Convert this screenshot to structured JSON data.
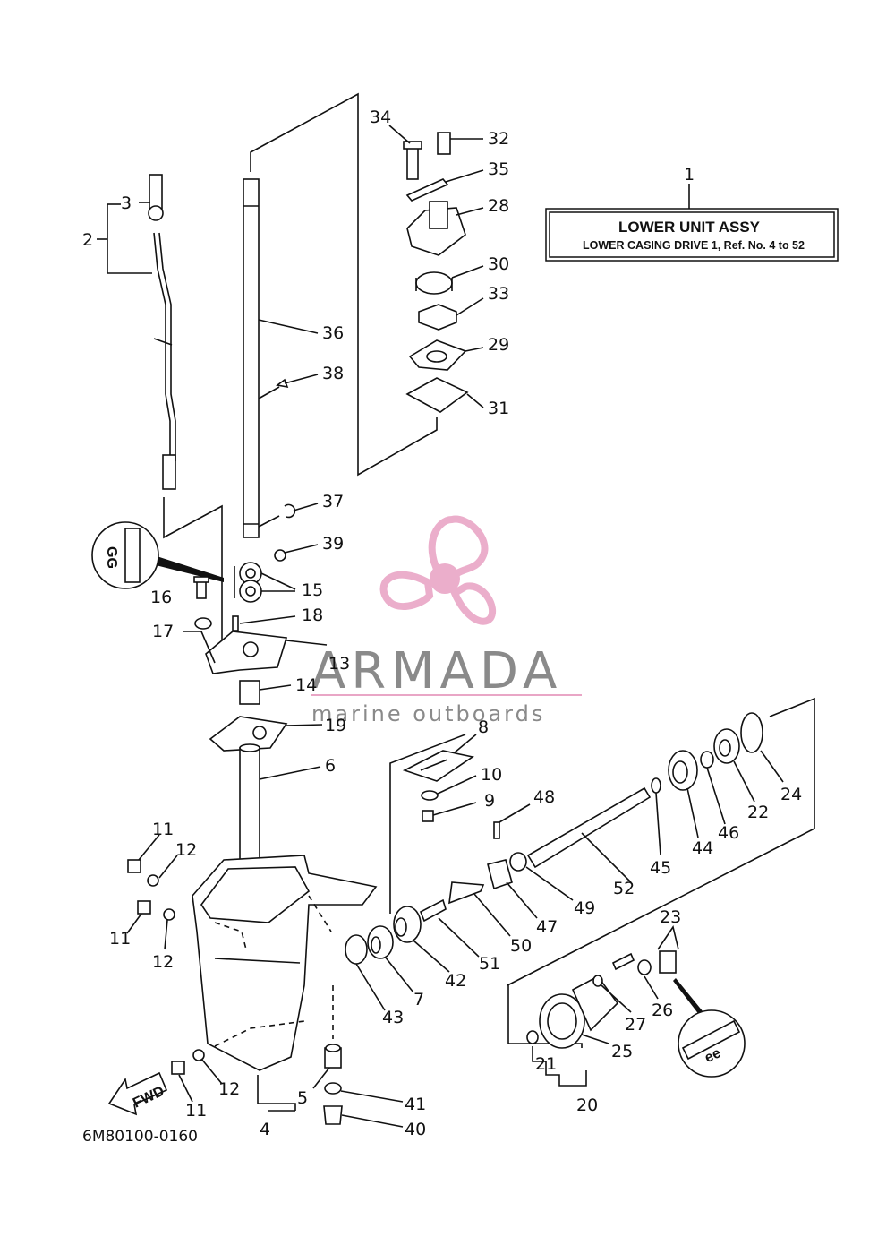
{
  "info_box": {
    "ref_no": "1",
    "title": "LOWER UNIT ASSY",
    "subtitle": "LOWER CASING DRIVE 1,  Ref. No. 4 to 52"
  },
  "watermark": {
    "brand": "ARMADA",
    "tagline": "marine outboards",
    "logo_color": "#e9a6c6"
  },
  "diagram_code": "6M80100-0160",
  "fwd_label": "FWD",
  "callouts": {
    "c2": "2",
    "c3": "3",
    "c34": "34",
    "c32": "32",
    "c35": "35",
    "c28": "28",
    "c30": "30",
    "c33": "33",
    "c29": "29",
    "c31": "31",
    "c36": "36",
    "c38": "38",
    "c37": "37",
    "c39": "39",
    "c15": "15",
    "c16": "16",
    "c18": "18",
    "c17": "17",
    "c13": "13",
    "c14": "14",
    "c19": "19",
    "c6": "6",
    "c8": "8",
    "c10": "10",
    "c9": "9",
    "c48": "48",
    "c24": "24",
    "c22": "22",
    "c46": "46",
    "c44": "44",
    "c45": "45",
    "c52": "52",
    "c49": "49",
    "c47": "47",
    "c50": "50",
    "c51": "51",
    "c42": "42",
    "c7": "7",
    "c43": "43",
    "c11a": "11",
    "c12a": "12",
    "c11b": "11",
    "c12b": "12",
    "c23": "23",
    "c26": "26",
    "c27": "27",
    "c25": "25",
    "c21": "21",
    "c20": "20",
    "c11c": "11",
    "c12c": "12",
    "c5": "5",
    "c41": "41",
    "c4": "4",
    "c40": "40"
  }
}
